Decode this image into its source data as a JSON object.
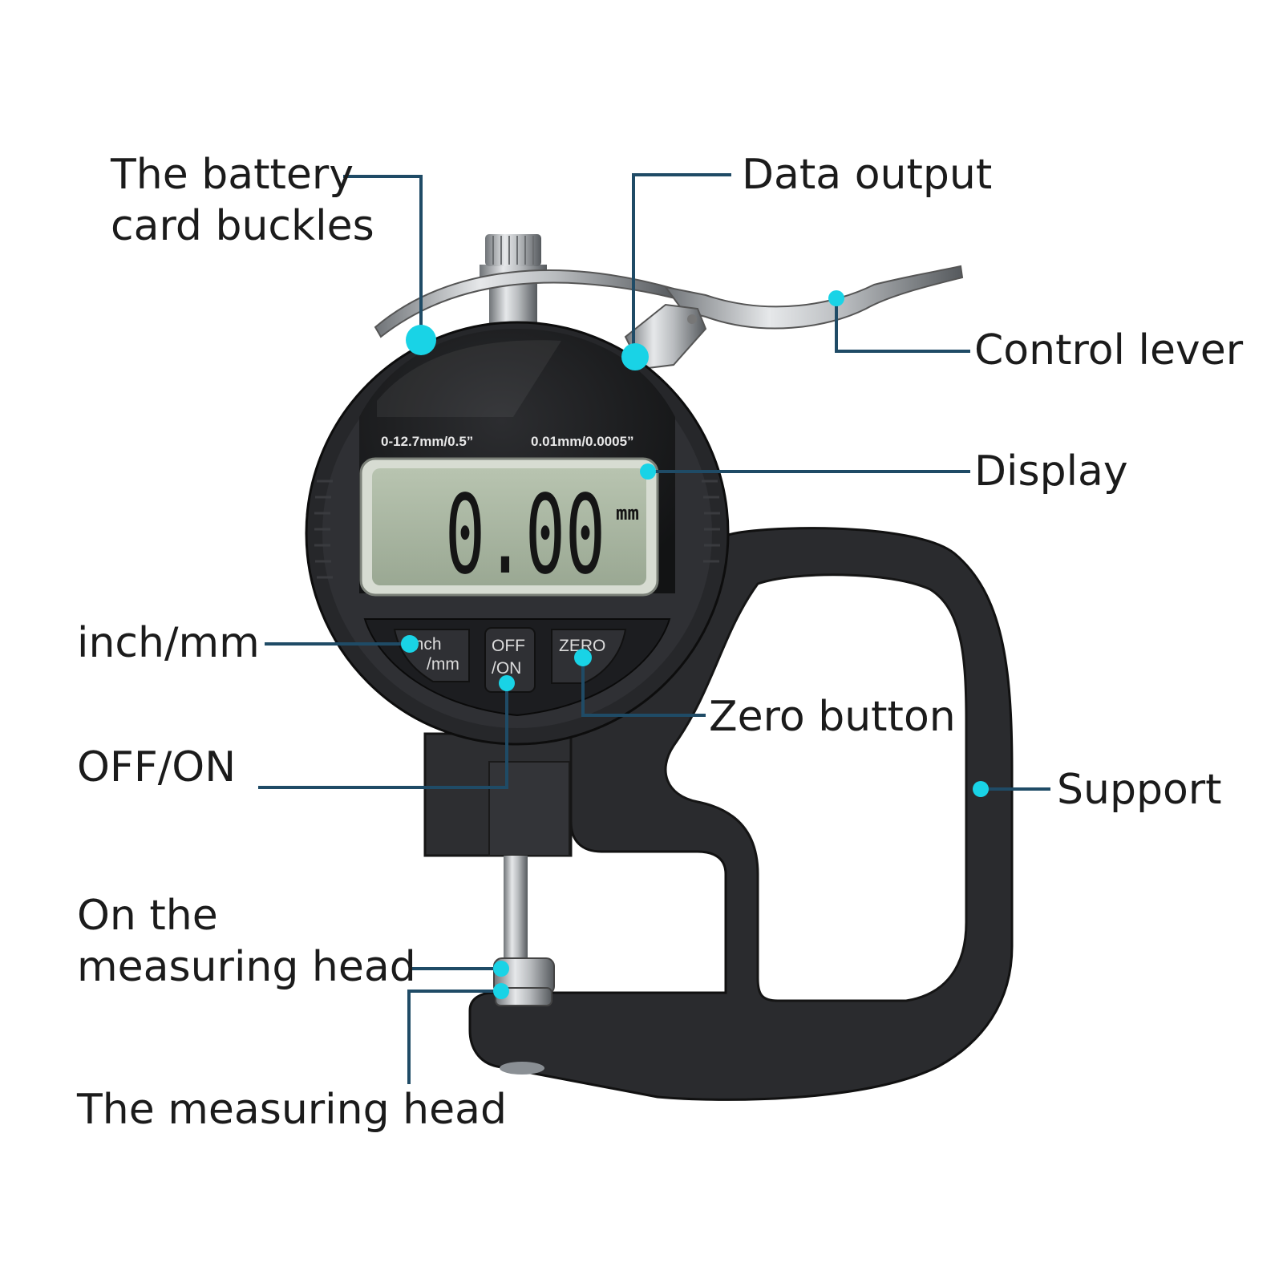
{
  "callouts": {
    "battery": {
      "line1": "The battery",
      "line2": "card buckles"
    },
    "data_output": "Data output",
    "control_lever": "Control lever",
    "display": "Display",
    "inch_mm": "inch/mm",
    "zero_button": "Zero button",
    "off_on": "OFF/ON",
    "support": "Support",
    "on_head": {
      "line1": "On the",
      "line2": "measuring head"
    },
    "measuring_head": "The measuring head"
  },
  "gauge": {
    "range": "0-12.7mm/0.5”",
    "resolution": "0.01mm/0.0005”",
    "reading": "0.00",
    "unit": "mm",
    "buttons": {
      "inch_mm": {
        "line1": "inch",
        "line2": "/mm"
      },
      "off_on": {
        "line1": "OFF",
        "line2": "/ON"
      },
      "zero": "ZERO"
    }
  },
  "colors": {
    "callout_dot": "#19d3e6",
    "leader_line": "#1f4b66",
    "body": "#2b2c2f",
    "lcd": "#a9b6a2"
  }
}
